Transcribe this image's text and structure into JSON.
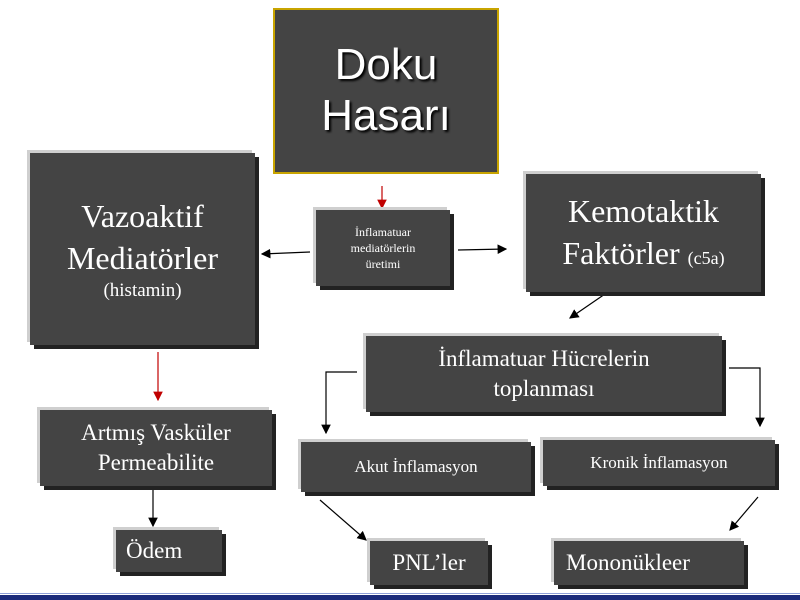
{
  "nodes": {
    "doku": {
      "line1": "Doku",
      "line2": "Hasarı"
    },
    "inflam_med": {
      "line1": "İnflamatuar",
      "line2": "mediatörlerin",
      "line3": "üretimi"
    },
    "vazoaktif": {
      "line1": "Vazoaktif",
      "line2": "Mediatörler",
      "line3": "(histamin)"
    },
    "kemotaktik": {
      "line1": "Kemotaktik",
      "line2": "Faktörler",
      "paren": "(c5a)"
    },
    "hucre": {
      "line1": "İnflamatuar Hücrelerin",
      "line2": "toplanması"
    },
    "artmis": {
      "line1": "Artmış Vasküler",
      "line2": "Permeabilite"
    },
    "akut": {
      "label": "Akut İnflamasyon"
    },
    "kronik": {
      "label": "Kronik İnflamasyon"
    },
    "odem": {
      "label": "Ödem"
    },
    "pnl": {
      "label": "PNL’ler"
    },
    "mono": {
      "label": "Mononükleer"
    }
  },
  "colors": {
    "box_fill": "#444444",
    "box_text": "#ffffff",
    "title_border": "#c8a400",
    "arrow": "#000000",
    "arrow_accent": "#c00000",
    "footer_bar": "#1a2a7a"
  }
}
